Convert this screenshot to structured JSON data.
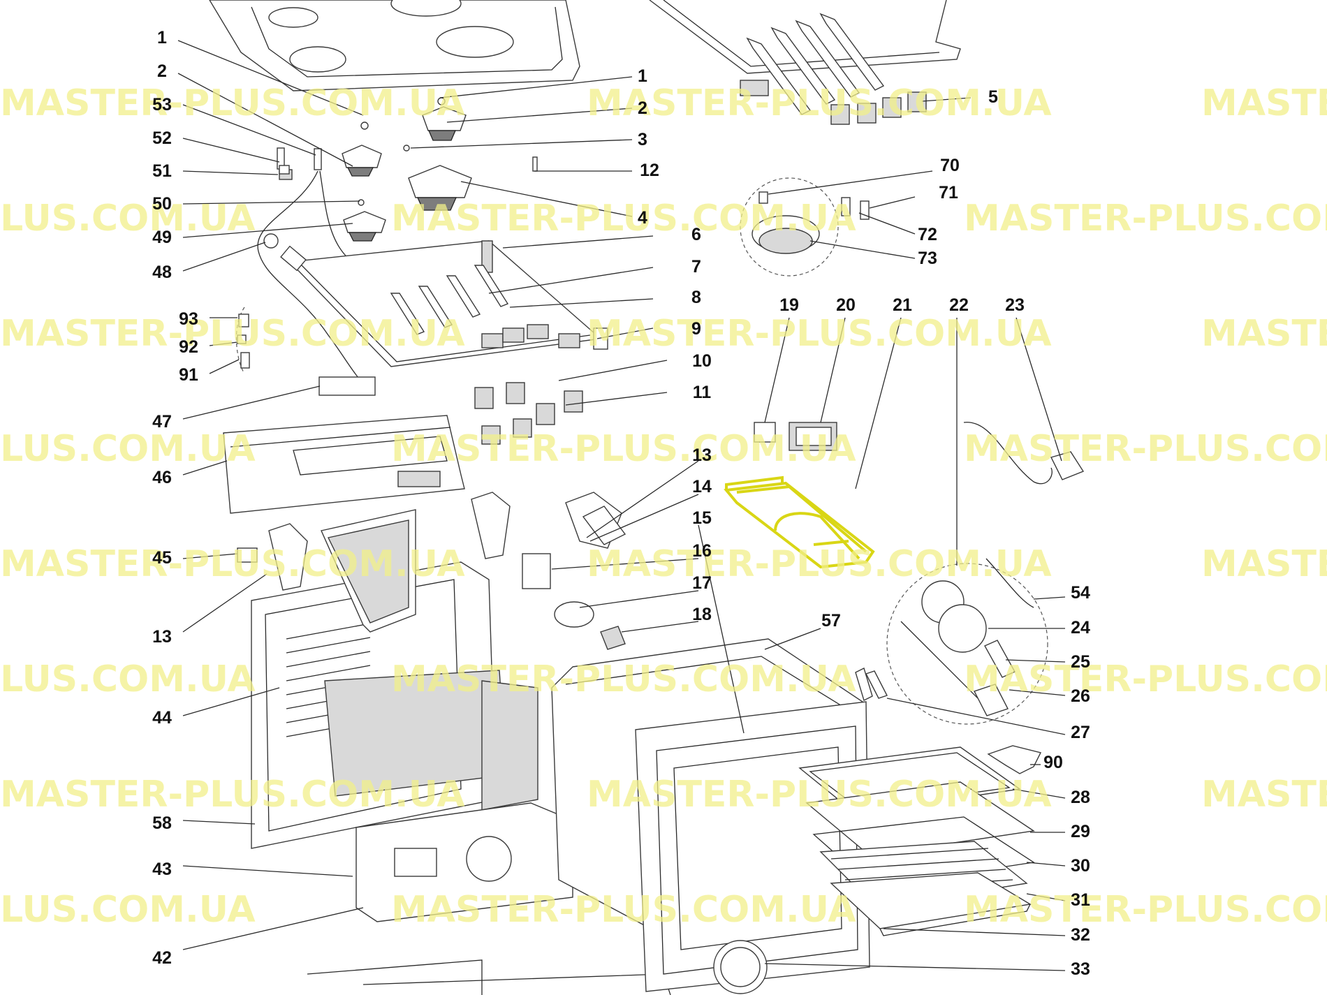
{
  "diagram": {
    "watermark": "MASTER-PLUS.COM.UA",
    "highlight_color": "#e5e21a",
    "highlighted_part": "21",
    "callouts": [
      "1",
      "2",
      "53",
      "52",
      "51",
      "50",
      "49",
      "48",
      "93",
      "92",
      "91",
      "47",
      "46",
      "45",
      "13",
      "44",
      "58",
      "43",
      "42",
      "1",
      "2",
      "3",
      "12",
      "4",
      "6",
      "7",
      "8",
      "9",
      "10",
      "11",
      "5",
      "70",
      "71",
      "72",
      "73",
      "19",
      "20",
      "21",
      "22",
      "23",
      "13",
      "14",
      "15",
      "16",
      "17",
      "18",
      "57",
      "54",
      "24",
      "25",
      "26",
      "27",
      "90",
      "28",
      "29",
      "30",
      "31",
      "32",
      "33"
    ]
  }
}
